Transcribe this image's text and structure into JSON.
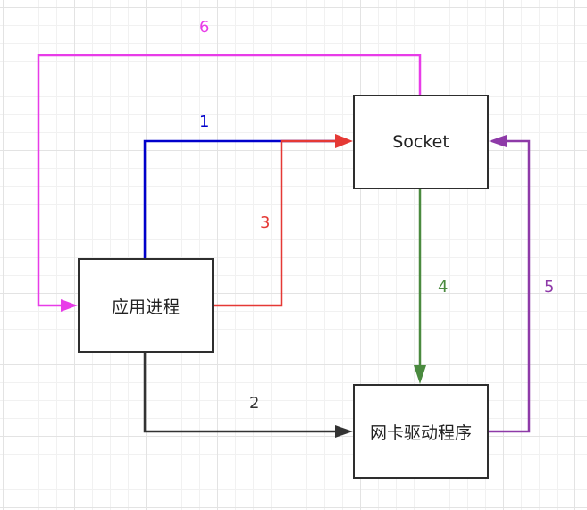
{
  "nodes": {
    "socket": "Socket",
    "app_process": "应用进程",
    "nic_driver": "网卡驱动程序"
  },
  "edges": [
    {
      "id": "1",
      "label": "1",
      "color": "#0000cc",
      "from": "应用进程",
      "to": "Socket"
    },
    {
      "id": "2",
      "label": "2",
      "color": "#333333",
      "from": "应用进程",
      "to": "网卡驱动程序"
    },
    {
      "id": "3",
      "label": "3",
      "color": "#e53935",
      "from": "应用进程",
      "to": "Socket"
    },
    {
      "id": "4",
      "label": "4",
      "color": "#4a8a3f",
      "from": "Socket",
      "to": "网卡驱动程序"
    },
    {
      "id": "5",
      "label": "5",
      "color": "#8e3aa8",
      "from": "网卡驱动程序",
      "to": "Socket"
    },
    {
      "id": "6",
      "label": "6",
      "color": "#e83ce8",
      "from": "Socket",
      "to": "应用进程"
    }
  ]
}
